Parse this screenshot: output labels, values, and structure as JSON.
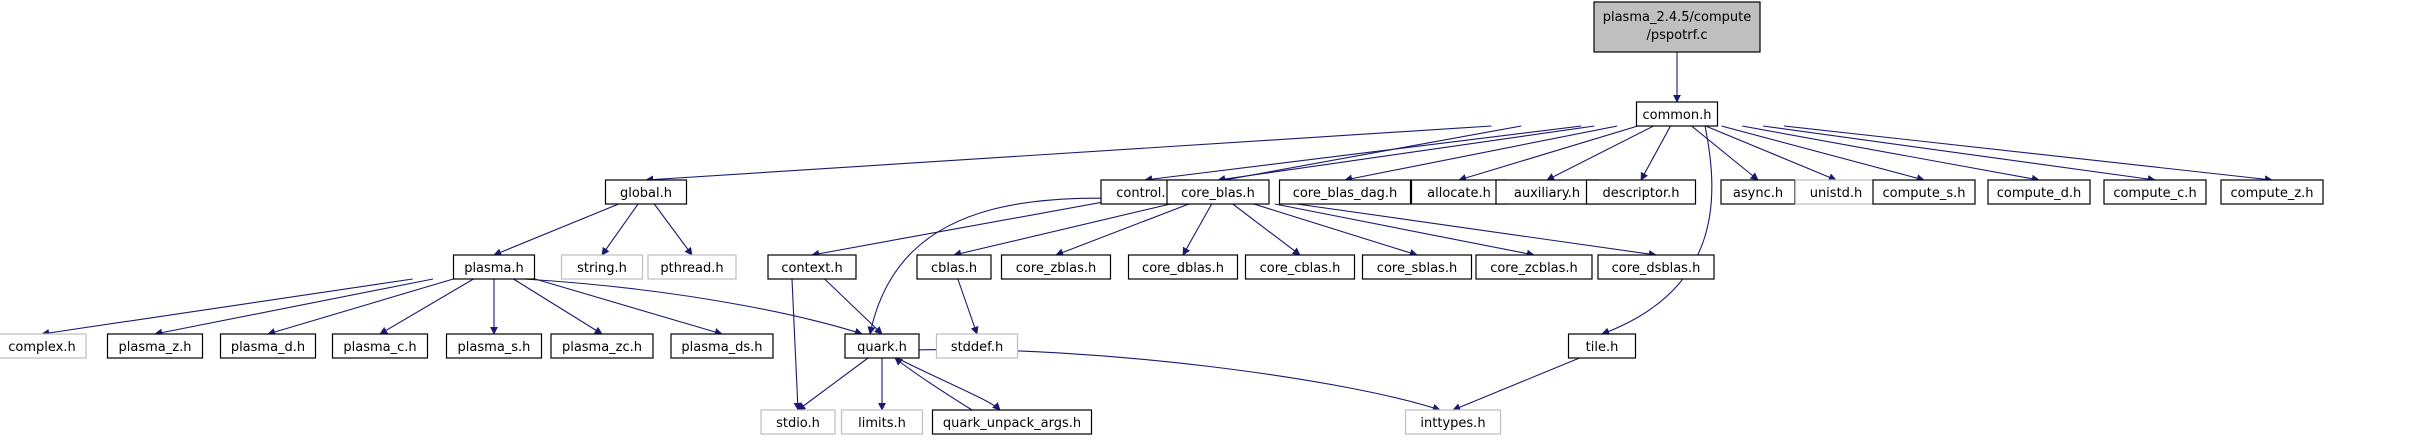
{
  "colors": {
    "edge": "#191970",
    "node_border": "#000000",
    "missing_border": "#bfbfbf",
    "root_fill": "#bfbfbf",
    "node_fill": "#ffffff"
  },
  "nodes": [
    {
      "id": "root",
      "lines": [
        "plasma_2.4.5/compute",
        "/pspotrf.c"
      ],
      "kind": "root"
    },
    {
      "id": "common_h",
      "label": "common.h"
    },
    {
      "id": "global_h",
      "label": "global.h"
    },
    {
      "id": "control_h",
      "label": "control.h"
    },
    {
      "id": "core_blas_h",
      "label": "core_blas.h"
    },
    {
      "id": "core_blas_dag_h",
      "label": "core_blas_dag.h"
    },
    {
      "id": "allocate_h",
      "label": "allocate.h"
    },
    {
      "id": "auxiliary_h",
      "label": "auxiliary.h"
    },
    {
      "id": "descriptor_h",
      "label": "descriptor.h"
    },
    {
      "id": "async_h",
      "label": "async.h"
    },
    {
      "id": "unistd_h",
      "label": "unistd.h",
      "missing": true
    },
    {
      "id": "compute_s_h",
      "label": "compute_s.h"
    },
    {
      "id": "compute_d_h",
      "label": "compute_d.h"
    },
    {
      "id": "compute_c_h",
      "label": "compute_c.h"
    },
    {
      "id": "compute_z_h",
      "label": "compute_z.h"
    },
    {
      "id": "plasma_h",
      "label": "plasma.h"
    },
    {
      "id": "string_h",
      "label": "string.h",
      "missing": true
    },
    {
      "id": "pthread_h",
      "label": "pthread.h",
      "missing": true
    },
    {
      "id": "context_h",
      "label": "context.h"
    },
    {
      "id": "cblas_h",
      "label": "cblas.h"
    },
    {
      "id": "core_zblas_h",
      "label": "core_zblas.h"
    },
    {
      "id": "core_dblas_h",
      "label": "core_dblas.h"
    },
    {
      "id": "core_cblas_h",
      "label": "core_cblas.h"
    },
    {
      "id": "core_sblas_h",
      "label": "core_sblas.h"
    },
    {
      "id": "core_zcblas_h",
      "label": "core_zcblas.h"
    },
    {
      "id": "core_dsblas_h",
      "label": "core_dsblas.h"
    },
    {
      "id": "complex_h",
      "label": "complex.h",
      "missing": true
    },
    {
      "id": "plasma_z_h",
      "label": "plasma_z.h"
    },
    {
      "id": "plasma_d_h",
      "label": "plasma_d.h"
    },
    {
      "id": "plasma_c_h",
      "label": "plasma_c.h"
    },
    {
      "id": "plasma_s_h",
      "label": "plasma_s.h"
    },
    {
      "id": "plasma_zc_h",
      "label": "plasma_zc.h"
    },
    {
      "id": "plasma_ds_h",
      "label": "plasma_ds.h"
    },
    {
      "id": "quark_h",
      "label": "quark.h"
    },
    {
      "id": "stddef_h",
      "label": "stddef.h",
      "missing": true
    },
    {
      "id": "tile_h",
      "label": "tile.h"
    },
    {
      "id": "stdio_h",
      "label": "stdio.h",
      "missing": true
    },
    {
      "id": "limits_h",
      "label": "limits.h",
      "missing": true
    },
    {
      "id": "quark_unpack_args_h",
      "label": "quark_unpack_args.h"
    },
    {
      "id": "inttypes_h",
      "label": "inttypes.h",
      "missing": true
    }
  ],
  "edges": [
    [
      "root",
      "common_h"
    ],
    [
      "common_h",
      "global_h"
    ],
    [
      "common_h",
      "context_h"
    ],
    [
      "common_h",
      "control_h"
    ],
    [
      "common_h",
      "core_blas_h"
    ],
    [
      "common_h",
      "core_blas_dag_h"
    ],
    [
      "common_h",
      "allocate_h"
    ],
    [
      "common_h",
      "auxiliary_h"
    ],
    [
      "common_h",
      "descriptor_h"
    ],
    [
      "common_h",
      "tile_h"
    ],
    [
      "common_h",
      "async_h"
    ],
    [
      "common_h",
      "unistd_h"
    ],
    [
      "common_h",
      "compute_s_h"
    ],
    [
      "common_h",
      "compute_d_h"
    ],
    [
      "common_h",
      "compute_c_h"
    ],
    [
      "common_h",
      "compute_z_h"
    ],
    [
      "global_h",
      "plasma_h"
    ],
    [
      "global_h",
      "string_h"
    ],
    [
      "global_h",
      "pthread_h"
    ],
    [
      "plasma_h",
      "complex_h"
    ],
    [
      "plasma_h",
      "plasma_z_h"
    ],
    [
      "plasma_h",
      "plasma_d_h"
    ],
    [
      "plasma_h",
      "plasma_c_h"
    ],
    [
      "plasma_h",
      "plasma_s_h"
    ],
    [
      "plasma_h",
      "plasma_zc_h"
    ],
    [
      "plasma_h",
      "plasma_ds_h"
    ],
    [
      "plasma_h",
      "quark_h"
    ],
    [
      "context_h",
      "stdio_h"
    ],
    [
      "context_h",
      "quark_h"
    ],
    [
      "core_blas_h",
      "quark_h"
    ],
    [
      "core_blas_h",
      "cblas_h"
    ],
    [
      "core_blas_h",
      "core_zblas_h"
    ],
    [
      "core_blas_h",
      "core_dblas_h"
    ],
    [
      "core_blas_h",
      "core_cblas_h"
    ],
    [
      "core_blas_h",
      "core_sblas_h"
    ],
    [
      "core_blas_h",
      "core_zcblas_h"
    ],
    [
      "core_blas_h",
      "core_dsblas_h"
    ],
    [
      "cblas_h",
      "stddef_h"
    ],
    [
      "quark_h",
      "stdio_h"
    ],
    [
      "quark_h",
      "limits_h"
    ],
    [
      "quark_h",
      "quark_unpack_args_h"
    ],
    [
      "quark_h",
      "inttypes_h"
    ],
    [
      "quark_unpack_args_h",
      "quark_h"
    ],
    [
      "tile_h",
      "inttypes_h"
    ]
  ]
}
